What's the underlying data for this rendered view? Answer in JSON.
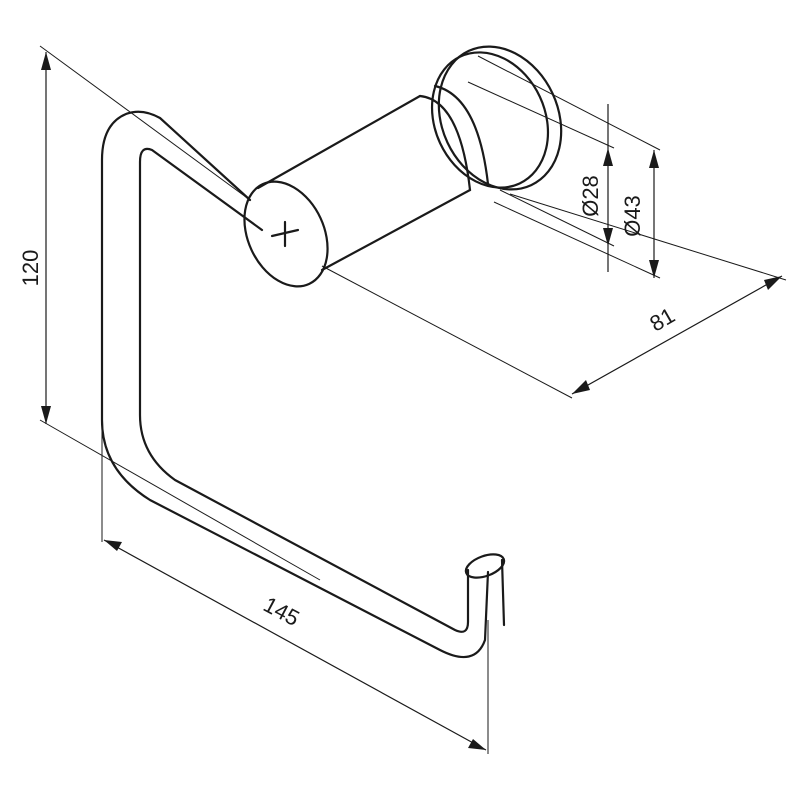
{
  "drawing": {
    "dimensions": {
      "height": "120",
      "width": "145",
      "depth": "81",
      "inner_diameter": "Ø28",
      "outer_diameter": "Ø43"
    },
    "line_color": "#1a1a1a",
    "background": "#ffffff"
  }
}
